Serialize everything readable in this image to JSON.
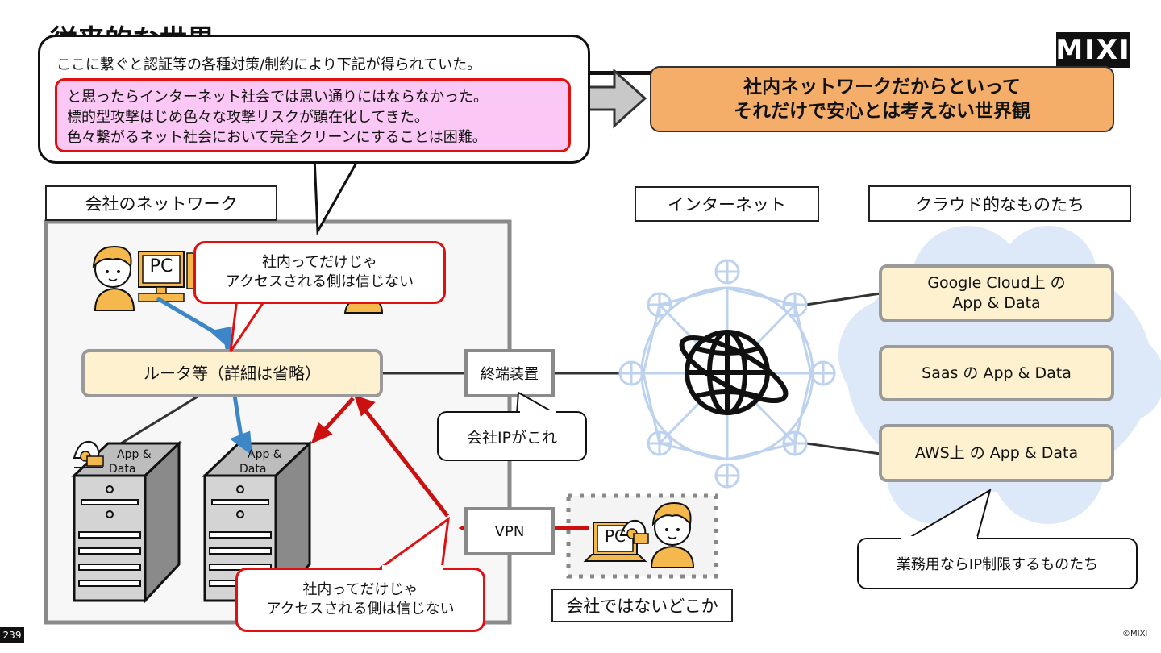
{
  "title_partial": "従来的な世界",
  "logo_text": "MIXI",
  "top_callout": {
    "line1": "ここに繋ぐと認証等の各種対策/制約により下記が得られていた。",
    "pink_lines": [
      "と思ったらインターネット社会では思い通りにはならなかった。",
      "標的型攻撃はじめ色々な攻撃リスクが顕在化してきた。",
      "色々繋がるネット社会において完全クリーンにすることは困難。"
    ]
  },
  "orange_box": {
    "line1": "社内ネットワークだからといって",
    "line2": "それだけで安心とは考えない世界観"
  },
  "section_labels": {
    "company": "会社のネットワーク",
    "internet": "インターネット",
    "cloud": "クラウド的なものたち",
    "outside": "会社ではないどこか"
  },
  "red_callout_top": [
    "社内ってだけじゃ",
    "アクセスされる側は信じない"
  ],
  "red_callout_bottom": [
    "社内ってだけじゃ",
    "アクセスされる側は信じない"
  ],
  "router_label": "ルータ等（詳細は省略）",
  "terminal_label": "終端装置",
  "company_ip_label": "会社IPがこれ",
  "vpn_label": "VPN",
  "pc_label": "PC",
  "server_label": [
    "App &",
    "Data"
  ],
  "cloud_items": [
    [
      "Google Cloud上 の",
      "App & Data"
    ],
    [
      "Saas の App & Data"
    ],
    [
      "AWS上 の App & Data"
    ]
  ],
  "ip_restrict_label": "業務用ならIP制限するものたち",
  "page_number": "239",
  "copyright": "©MIXI",
  "colors": {
    "orange": "#f4ae6a",
    "pink": "#fbc7f5",
    "cream": "#fdf1cf",
    "red": "#e01010",
    "blue": "#3d86c8",
    "cloud_blue": "#dde9f8"
  }
}
